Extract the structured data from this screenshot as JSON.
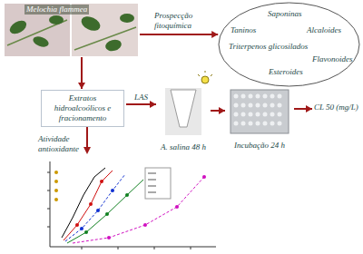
{
  "diagram": {
    "nodes": [
      {
        "text": [
          "Melochia flammea"
        ]
      },
      {
        "text": [
          "Saponinas",
          "Taninos",
          "Alcaloides",
          "Triterpenos glicosilados",
          "Flavonoides",
          "Esteroides"
        ]
      },
      {
        "text": [
          "Extratos hidroalcoólicos e fracionamento"
        ]
      },
      {
        "text": [
          "A. salina 48 h"
        ]
      },
      {
        "text": [
          "Incubação 24 h"
        ]
      },
      {
        "text": [
          "CL 50 (mg/L)"
        ]
      }
    ],
    "edges": [
      {
        "from": 0,
        "to": 1,
        "arrow": "to"
      },
      {
        "from": 0,
        "to": 2,
        "arrow": "to"
      },
      {
        "from": 2,
        "to": 3,
        "arrow": "to",
        "label": "LAS"
      },
      {
        "from": 3,
        "to": 4,
        "arrow": "to"
      },
      {
        "from": 4,
        "to": 5,
        "arrow": "to"
      }
    ],
    "labels": [
      "Prospecção fitoquímica",
      "Atividade antioxidante"
    ]
  }
}
